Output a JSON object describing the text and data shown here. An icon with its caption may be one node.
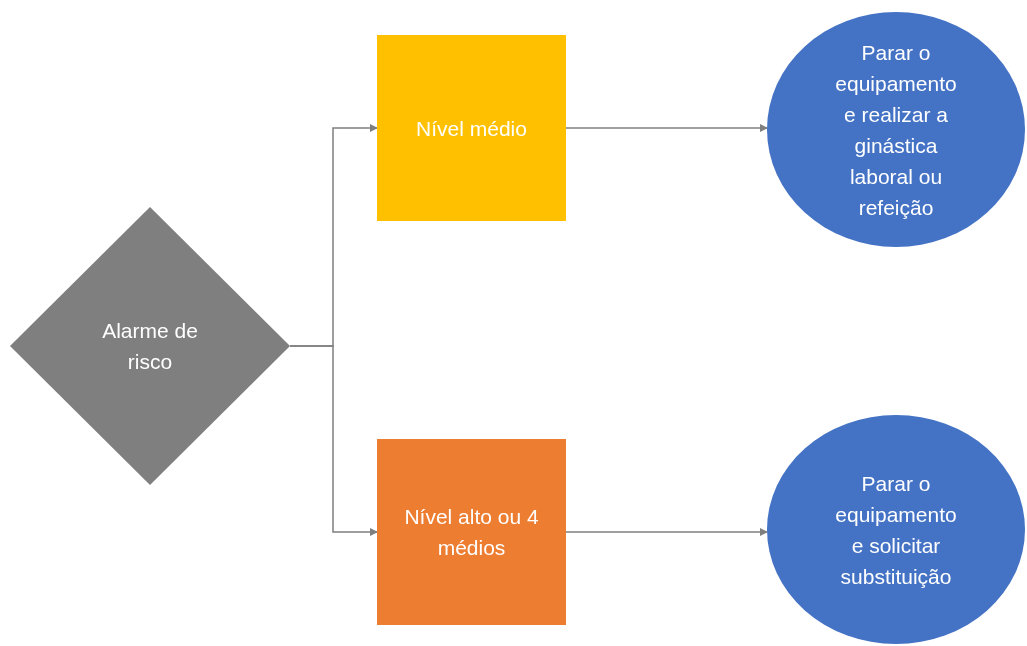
{
  "diagram": {
    "nodes": [
      {
        "text": [
          "Alarme de risco"
        ]
      },
      {
        "text": [
          "Nível médio"
        ]
      },
      {
        "text": [
          "Nível alto ou 4 médios"
        ]
      },
      {
        "text": [
          "Parar o equipamento e realizar a ginástica laboral ou refeição"
        ]
      },
      {
        "text": [
          "Parar o equipamento e solicitar substituição"
        ]
      }
    ],
    "edges": [
      {
        "from": 0,
        "to": 1,
        "arrow": "to"
      },
      {
        "from": 0,
        "to": 2,
        "arrow": "to"
      },
      {
        "from": 1,
        "to": 3,
        "arrow": "to"
      },
      {
        "from": 2,
        "to": 4,
        "arrow": "to"
      }
    ]
  }
}
